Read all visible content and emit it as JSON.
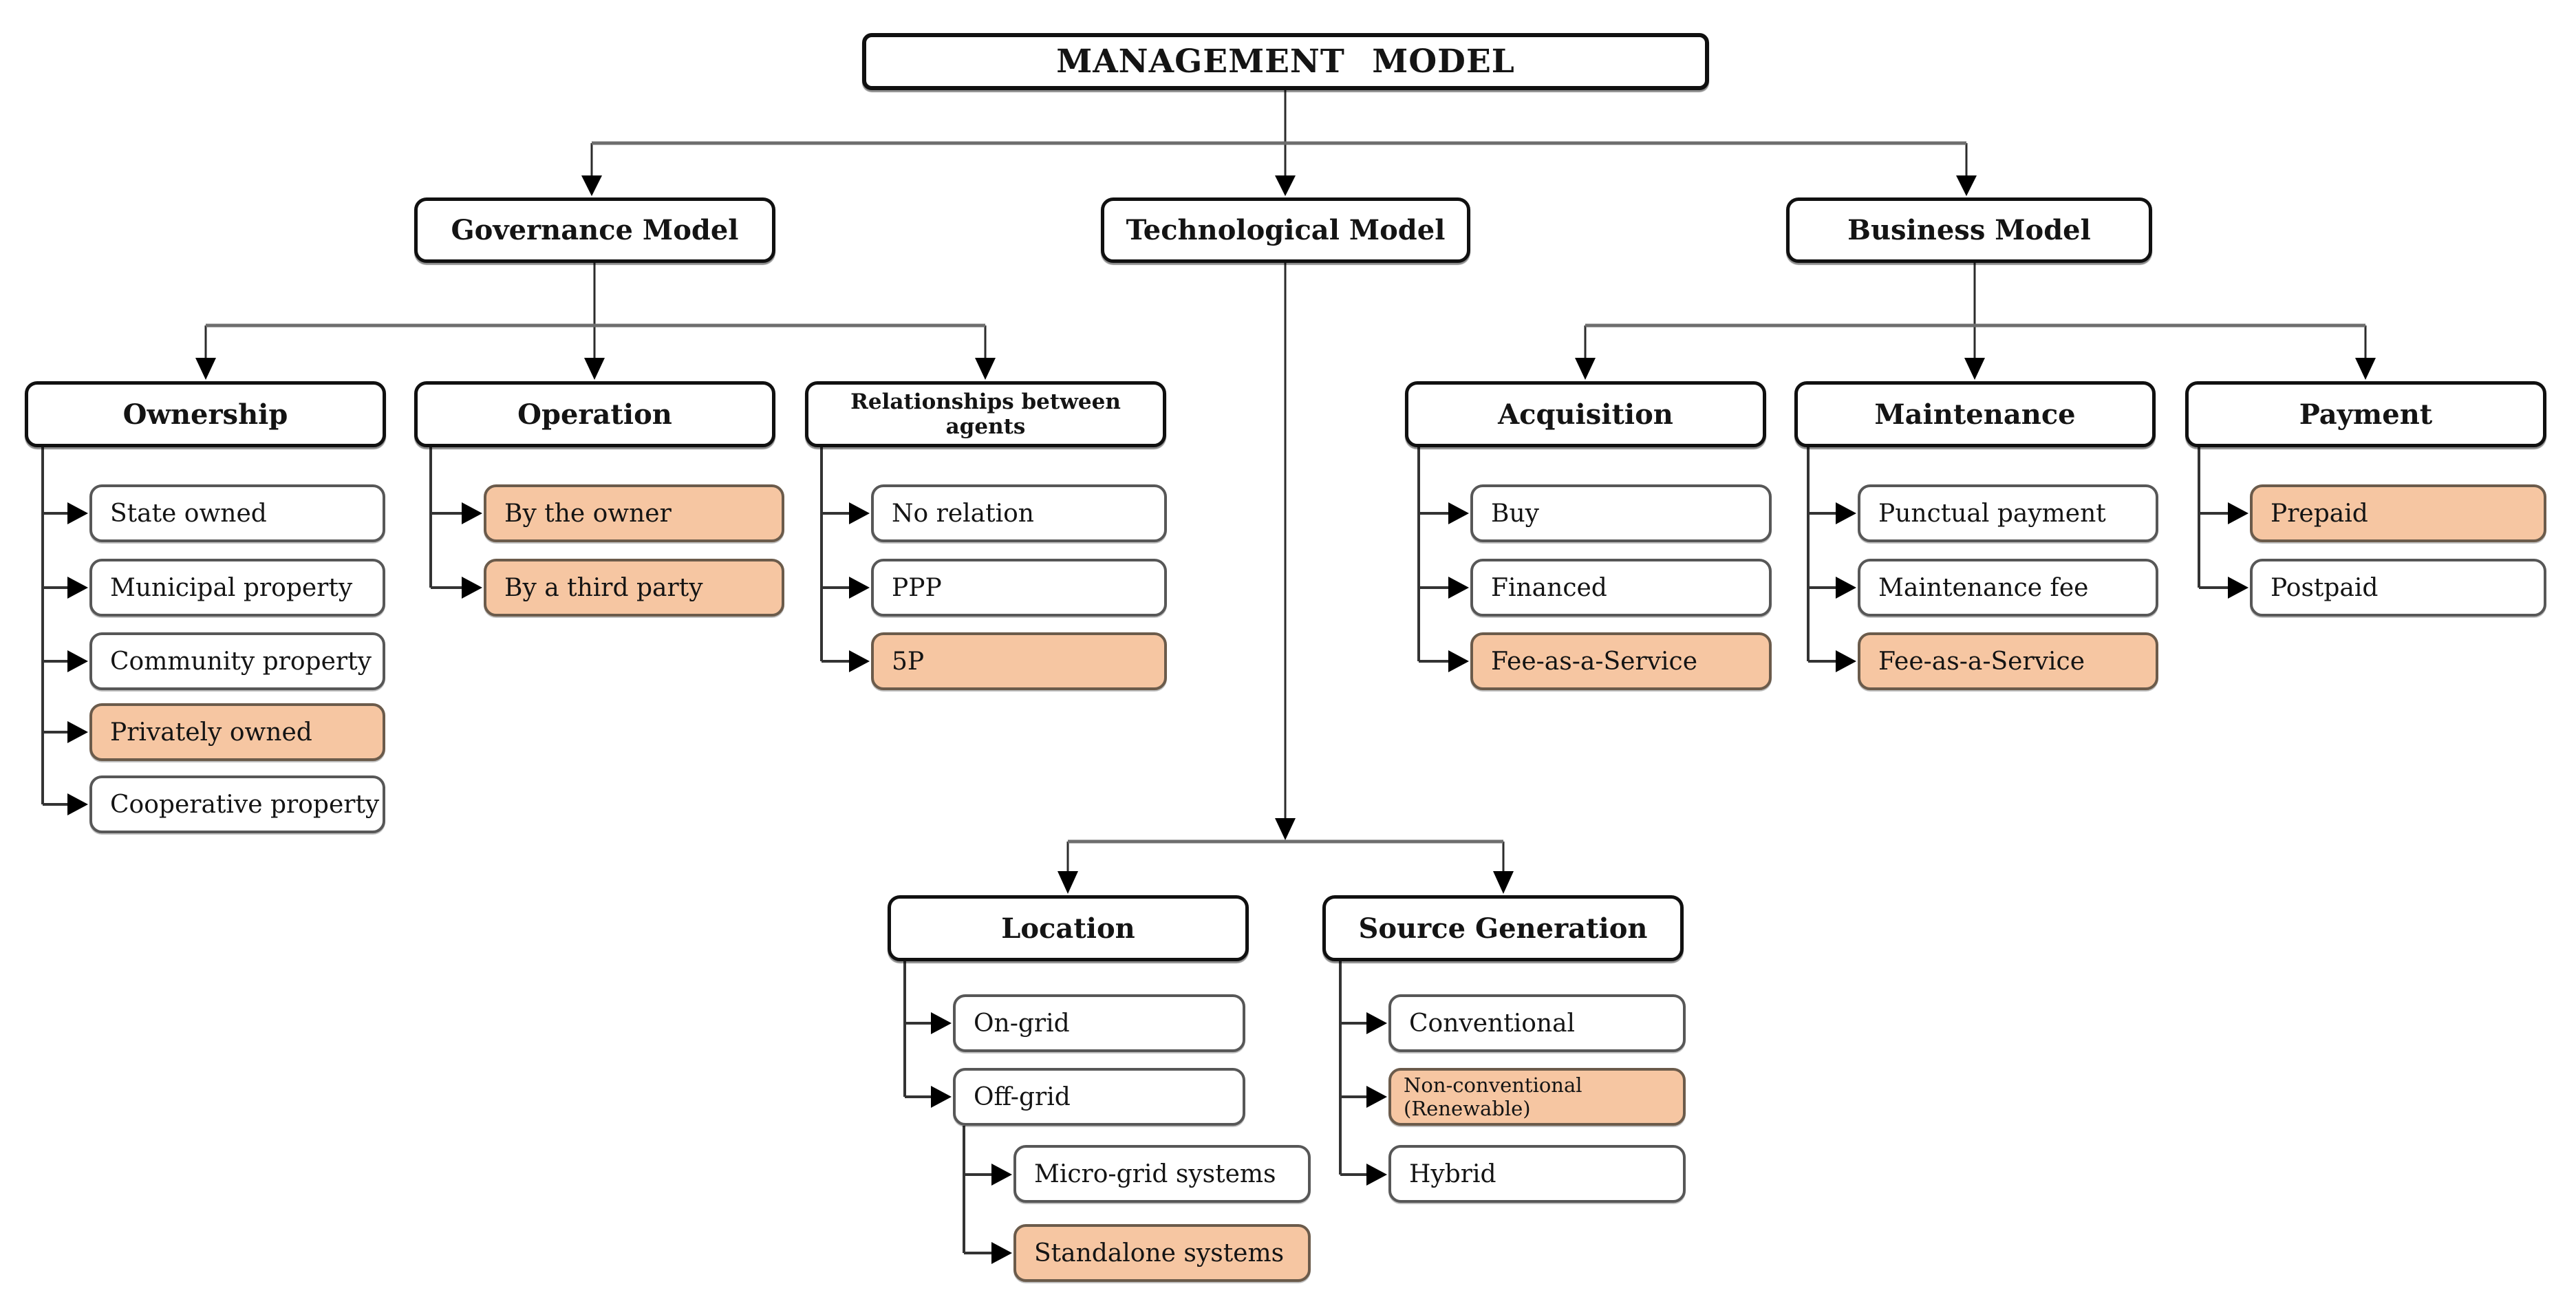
{
  "title": {
    "label": "MANAGEMENT MODEL"
  },
  "branches": {
    "governance": {
      "label": "Governance Model"
    },
    "technological": {
      "label": "Technological Model"
    },
    "business": {
      "label": "Business Model"
    }
  },
  "groups": {
    "ownership": {
      "label": "Ownership",
      "items": [
        {
          "label": "State owned",
          "highlighted": false
        },
        {
          "label": "Municipal property",
          "highlighted": false
        },
        {
          "label": "Community property",
          "highlighted": false
        },
        {
          "label": "Privately owned",
          "highlighted": true
        },
        {
          "label": "Cooperative property",
          "highlighted": false
        }
      ]
    },
    "operation": {
      "label": "Operation",
      "items": [
        {
          "label": "By the owner",
          "highlighted": true
        },
        {
          "label": "By a third party",
          "highlighted": true
        }
      ]
    },
    "relationships": {
      "label": "Relationships between agents",
      "items": [
        {
          "label": "No relation",
          "highlighted": false
        },
        {
          "label": "PPP",
          "highlighted": false
        },
        {
          "label": "5P",
          "highlighted": true
        }
      ]
    },
    "location": {
      "label": "Location",
      "items": [
        {
          "label": "On-grid",
          "highlighted": false
        },
        {
          "label": "Off-grid",
          "highlighted": false
        }
      ],
      "off_grid_subitems": [
        {
          "label": "Micro-grid systems",
          "highlighted": false
        },
        {
          "label": "Standalone systems",
          "highlighted": true
        }
      ]
    },
    "source_generation": {
      "label": "Source Generation",
      "items": [
        {
          "label": "Conventional",
          "highlighted": false
        },
        {
          "label": "Non-conventional (Renewable)",
          "highlighted": true
        },
        {
          "label": "Hybrid",
          "highlighted": false
        }
      ]
    },
    "acquisition": {
      "label": "Acquisition",
      "items": [
        {
          "label": "Buy",
          "highlighted": false
        },
        {
          "label": "Financed",
          "highlighted": false
        },
        {
          "label": "Fee-as-a-Service",
          "highlighted": true
        }
      ]
    },
    "maintenance": {
      "label": "Maintenance",
      "items": [
        {
          "label": "Punctual payment",
          "highlighted": false
        },
        {
          "label": "Maintenance fee",
          "highlighted": false
        },
        {
          "label": "Fee-as-a-Service",
          "highlighted": true
        }
      ]
    },
    "payment": {
      "label": "Payment",
      "items": [
        {
          "label": "Prepaid",
          "highlighted": true
        },
        {
          "label": "Postpaid",
          "highlighted": false
        }
      ]
    }
  },
  "colors": {
    "highlight_fill": "#F6C6A2",
    "box_background": "#FFFFFF",
    "header_border": "#101010",
    "leaf_border": "#575757",
    "connector_line": "#2B2B2B"
  }
}
